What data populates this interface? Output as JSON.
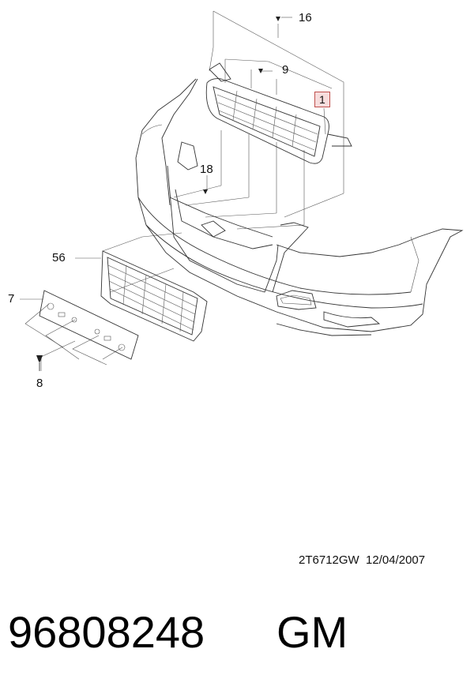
{
  "callouts": [
    {
      "id": "16",
      "text": "16"
    },
    {
      "id": "9",
      "text": "9"
    },
    {
      "id": "1",
      "text": "1"
    },
    {
      "id": "18",
      "text": "18"
    },
    {
      "id": "56",
      "text": "56"
    },
    {
      "id": "7",
      "text": "7"
    },
    {
      "id": "8",
      "text": "8"
    }
  ],
  "drawing_code": "2T6712GW  12/04/2007",
  "part_number": "96808248",
  "brand": "GM"
}
